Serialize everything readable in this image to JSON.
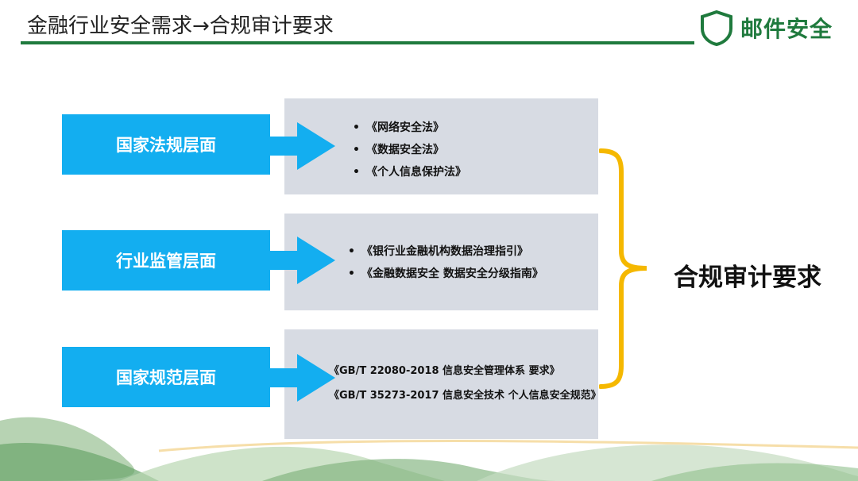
{
  "header": {
    "title": "金融行业安全需求→合规审计要求",
    "logo_text": "邮件安全",
    "brand_color": "#1f7a3d"
  },
  "levels": [
    {
      "label": "国家法规层面"
    },
    {
      "label": "行业监管层面"
    },
    {
      "label": "国家规范层面"
    }
  ],
  "panels": [
    {
      "items": [
        "《网络安全法》",
        "《数据安全法》",
        "《个人信息保护法》"
      ]
    },
    {
      "items": [
        "《银行业金融机构数据治理指引》",
        "《金融数据安全 数据安全分级指南》"
      ]
    },
    {
      "items": [
        "《GB/T 22080-2018 信息安全管理体系 要求》",
        "《GB/T 35273-2017 信息安全技术 个人信息安全规范》"
      ]
    }
  ],
  "result_label": "合规审计要求",
  "colors": {
    "level_bg": "#13aef0",
    "panel_bg": "#d7dbe3",
    "brace": "#f5b800"
  }
}
